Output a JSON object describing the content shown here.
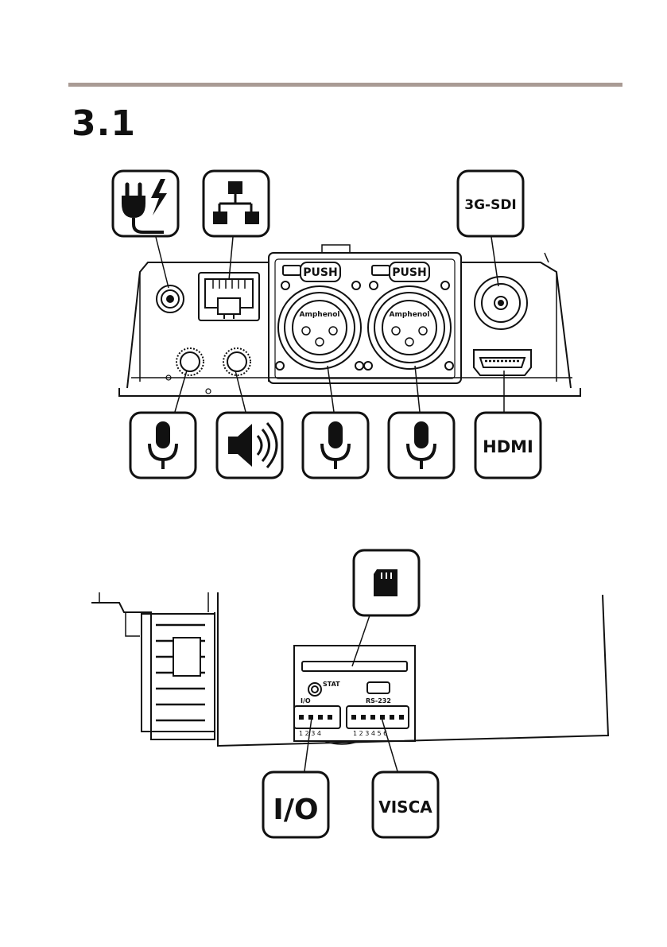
{
  "section": {
    "number": "3.1"
  },
  "figure_top": {
    "icons": {
      "power": "power-plug-icon",
      "network": "network-icon",
      "sdi": "3G-SDI",
      "mic_in": "microphone-icon",
      "line_out": "speaker-icon",
      "xlr_1": "microphone-icon",
      "xlr_2": "microphone-icon",
      "hdmi": "HDMI"
    },
    "xlr_push_label": "PUSH",
    "xlr_brand": "Amphenol"
  },
  "figure_bottom": {
    "icons": {
      "sd_card": "sd-card-icon",
      "io": "I/O",
      "visca": "VISCA"
    },
    "panel_labels": {
      "stat": "STAT",
      "io": "I/O",
      "rs232": "RS-232",
      "io_pins": "1 2 3 4",
      "rs232_pins": "1 2 3 4 5 6"
    }
  }
}
